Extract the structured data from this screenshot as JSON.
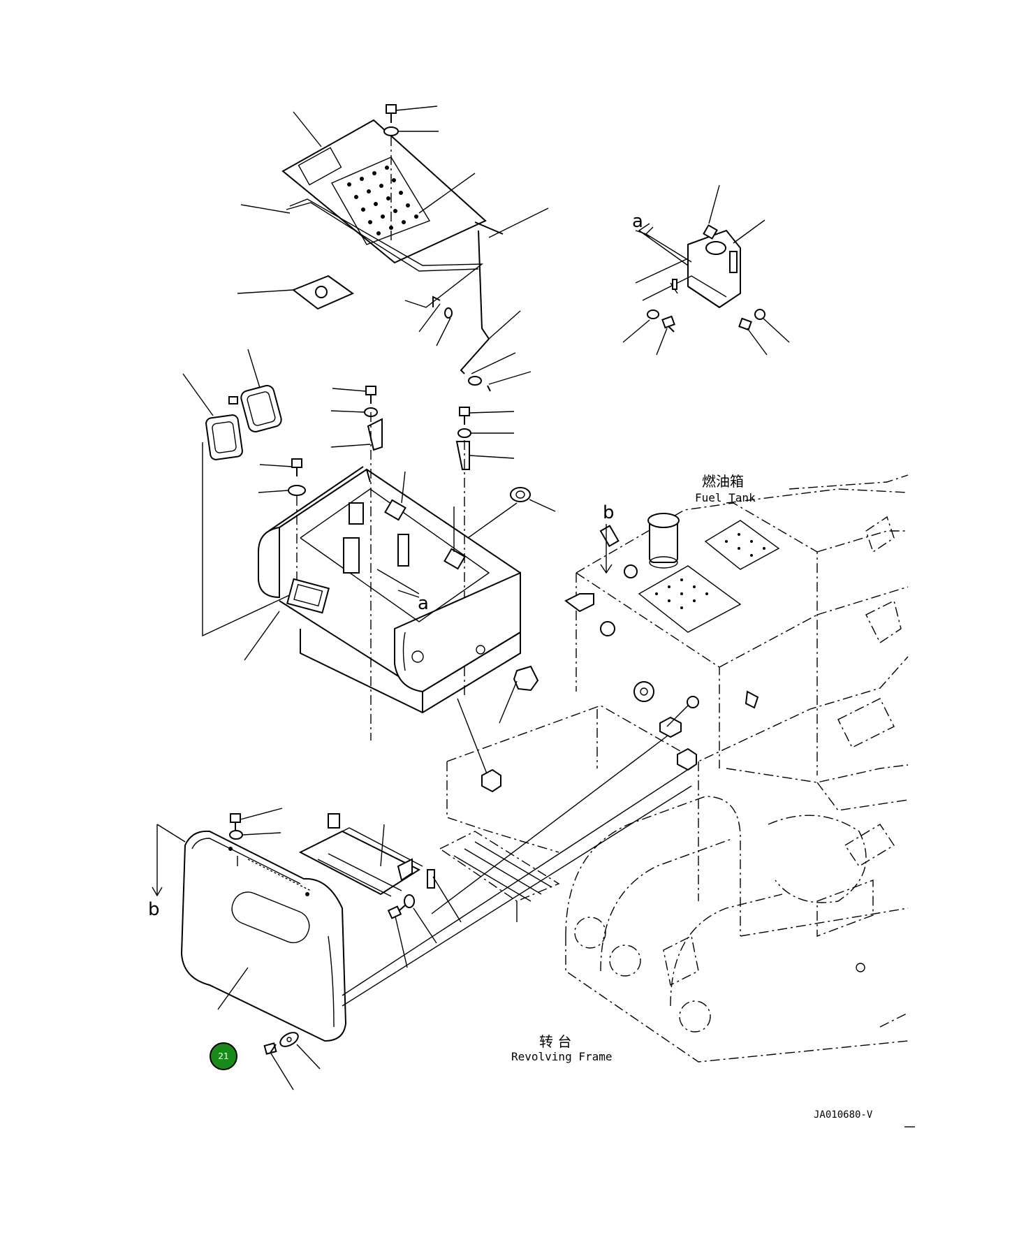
{
  "labels": {
    "fuel_tank_cn": "燃油箱",
    "fuel_tank_en": "Fuel Tank",
    "revolving_frame_cn": "转 台",
    "revolving_frame_en": "Revolving Frame",
    "ref_a_top": "a",
    "ref_a_box": "a",
    "ref_b_tank": "b",
    "ref_b_left": "b"
  },
  "badge": {
    "value": "21",
    "color": "#1a8a1a"
  },
  "drawing_code": "JA010680-V"
}
